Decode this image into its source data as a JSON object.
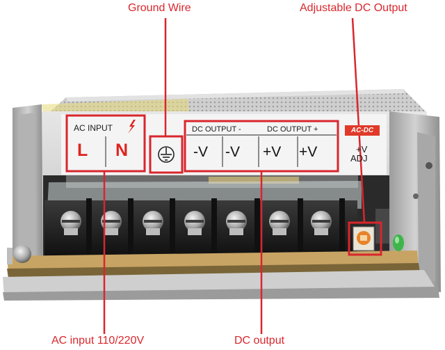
{
  "callouts": {
    "ground_wire": "Ground Wire",
    "adjustable_dc_output": "Adjustable DC Output",
    "ac_input": "AC input 110/220V",
    "dc_output": "DC output"
  },
  "panel": {
    "ac_input_label": "AC INPUT",
    "dc_output_minus_label": "DC OUTPUT -",
    "dc_output_plus_label": "DC OUTPUT +",
    "terminal_L": "L",
    "terminal_N": "N",
    "terminal_neg_1": "-V",
    "terminal_neg_2": "-V",
    "terminal_pos_1": "+V",
    "terminal_pos_2": "+V",
    "adj_v": "+V",
    "adj_label": "ADJ",
    "acdc_badge": "AC-DC"
  },
  "colors": {
    "annotation_red": "#d9262c",
    "metal_light": "#d6d6d6",
    "metal_dark": "#9a9a9a",
    "terminal_black": "#1b1b1b",
    "pcb_tan": "#c8a464",
    "potentiometer_orange": "#e8832a",
    "led_green": "#3db54a"
  },
  "icons": {
    "ground_symbol": "ground-icon",
    "lightning": "lightning-icon"
  }
}
